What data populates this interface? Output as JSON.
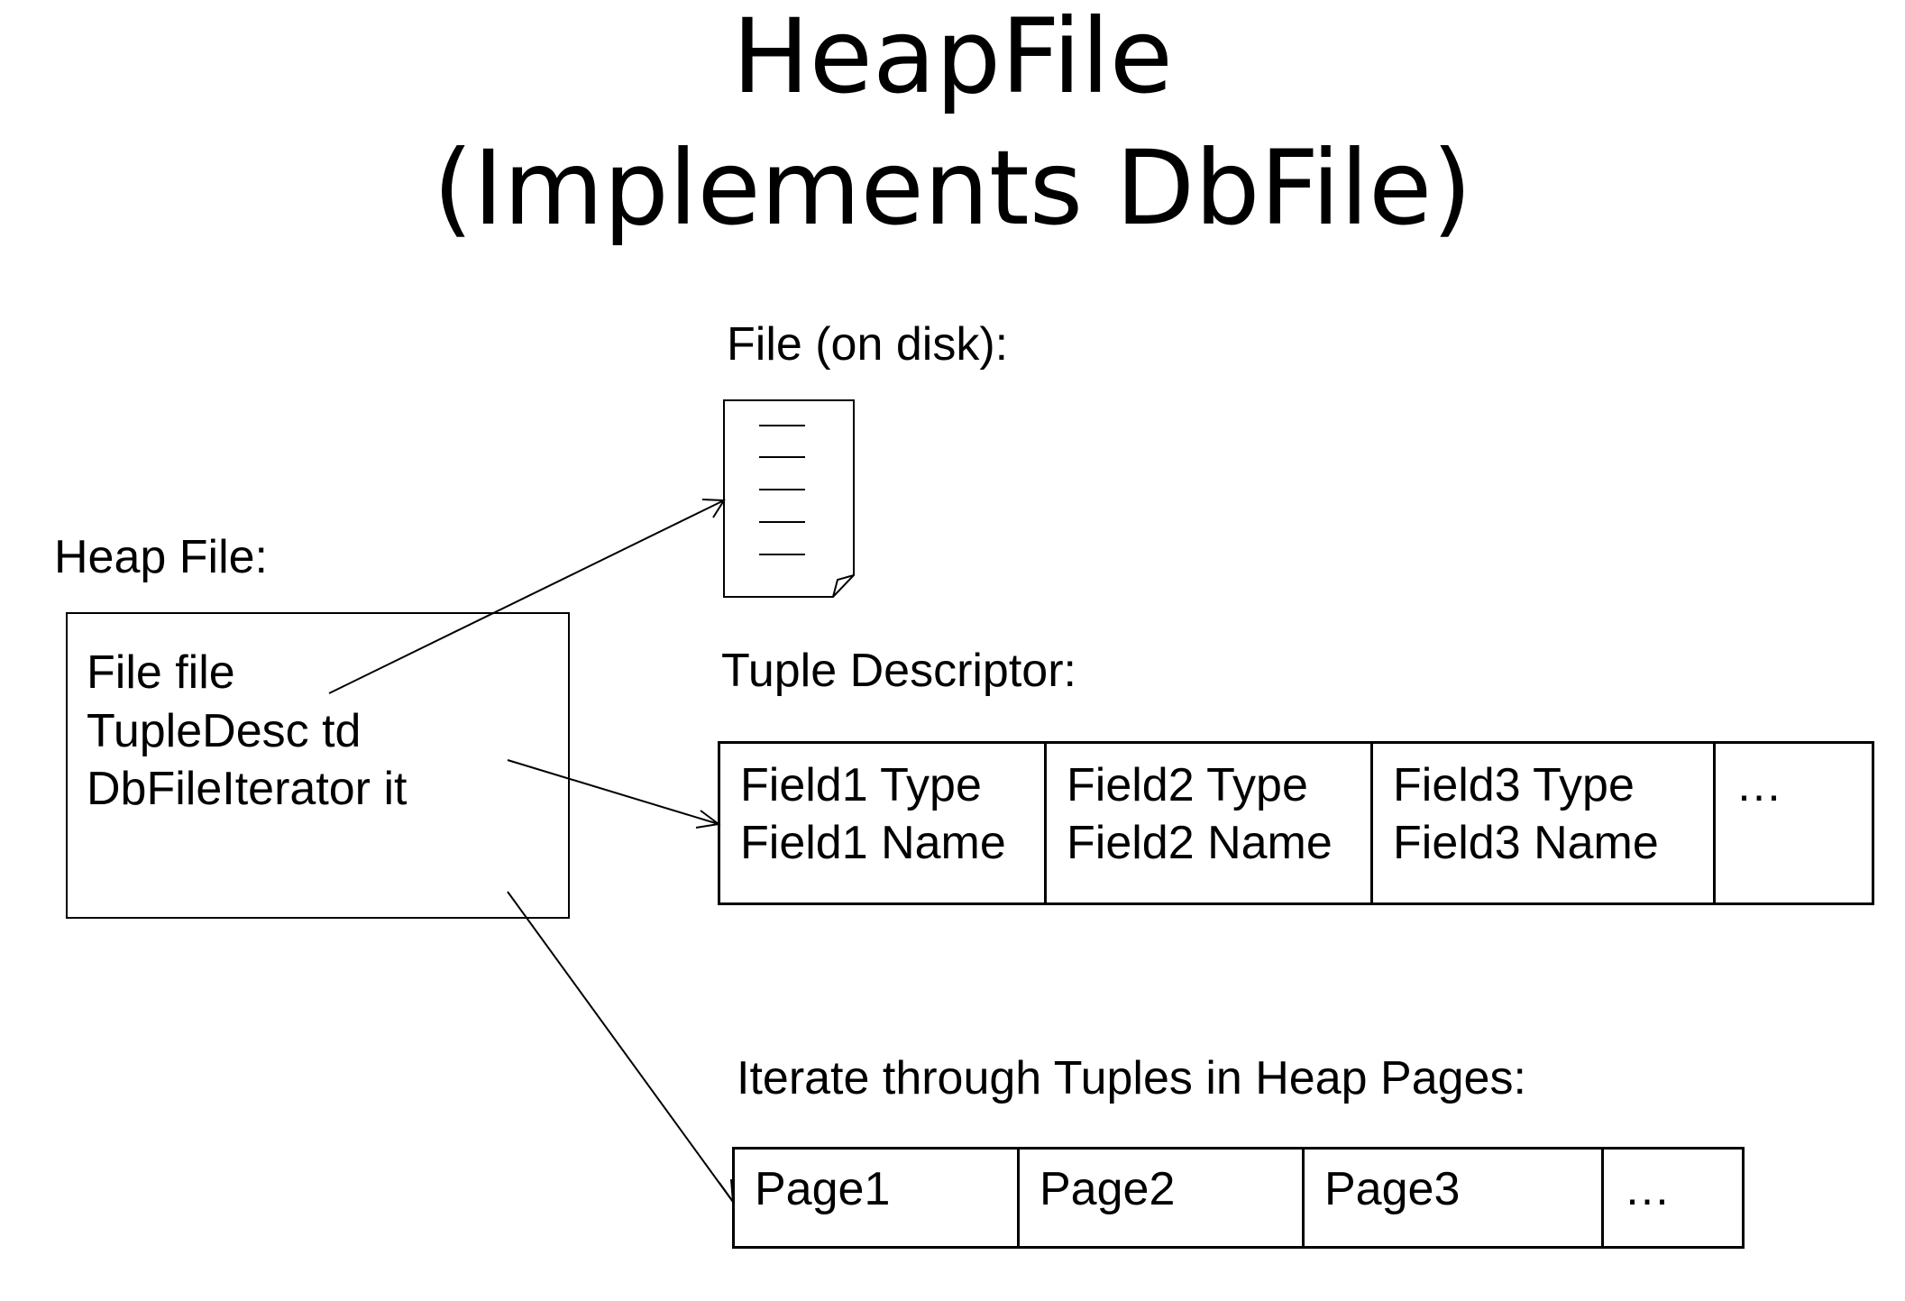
{
  "title": {
    "line1": "HeapFile",
    "line2": "(Implements DbFile)"
  },
  "labels": {
    "file_on_disk": "File (on disk):",
    "heap_file": "Heap File:",
    "tuple_descriptor": "Tuple Descriptor:",
    "iterate": "Iterate through Tuples in Heap Pages:"
  },
  "heap_file_fields": [
    "File file",
    "TupleDesc td",
    "DbFileIterator it"
  ],
  "tuple_descriptor_cells": [
    {
      "line1": "Field1 Type",
      "line2": "Field1 Name"
    },
    {
      "line1": "Field2 Type",
      "line2": "Field2 Name"
    },
    {
      "line1": "Field3 Type",
      "line2": "Field3 Name"
    },
    {
      "line1": "…",
      "line2": ""
    }
  ],
  "pages": [
    "Page1",
    "Page2",
    "Page3",
    "…"
  ],
  "icons": {
    "file_on_disk": "document-icon"
  }
}
